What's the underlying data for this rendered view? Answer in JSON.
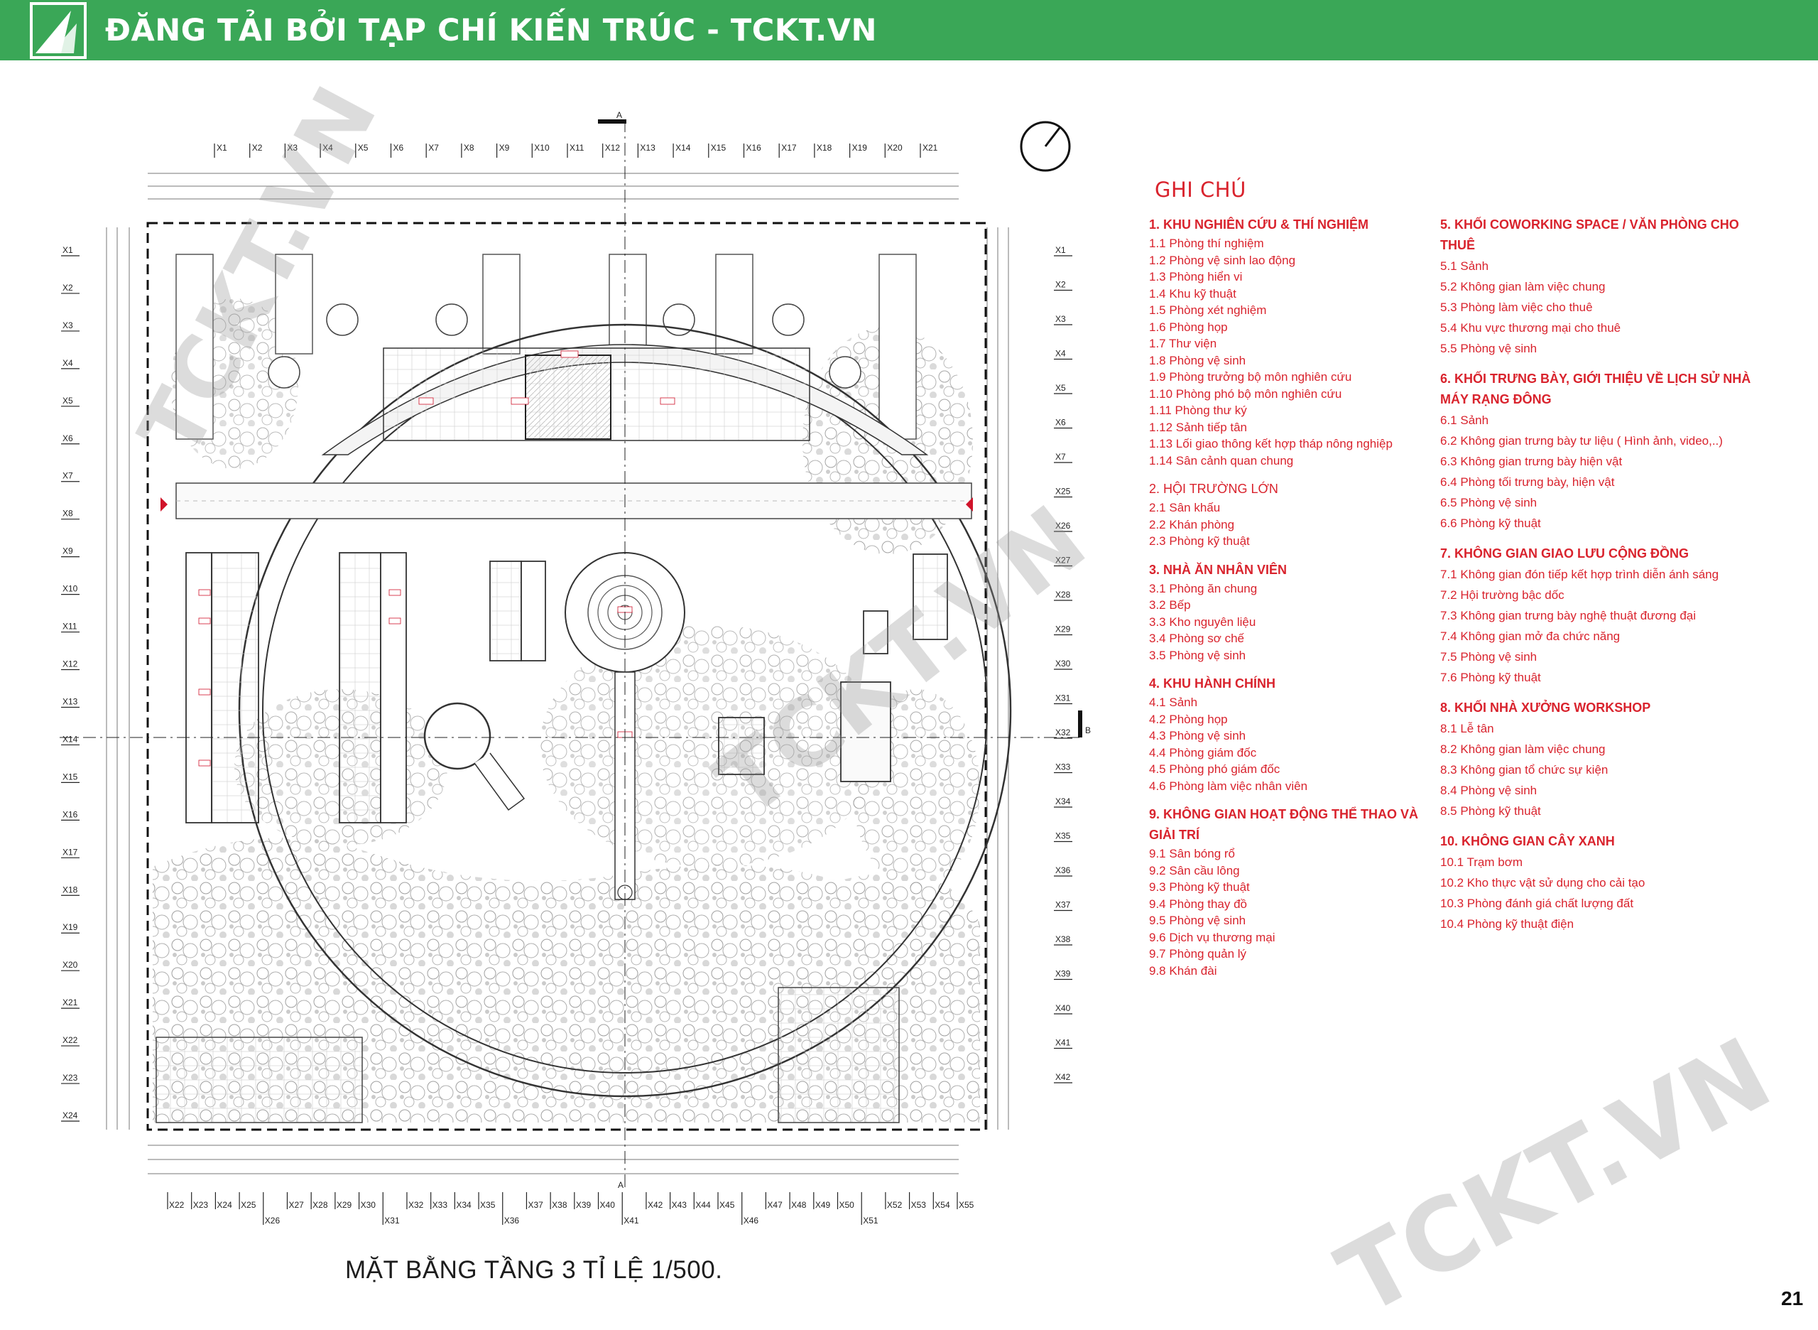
{
  "banner": {
    "title": "ĐĂNG TẢI BỞI TẠP CHÍ KIẾN TRÚC - TCKT.VN",
    "color": "#3aa757"
  },
  "watermark": {
    "text": "TCKT.VN"
  },
  "plan": {
    "section_markers": {
      "a": "A",
      "b": "B"
    },
    "axes_top": [
      "X1",
      "X2",
      "X3",
      "X4",
      "X5",
      "X6",
      "X7",
      "X8",
      "X9",
      "X10",
      "X11",
      "X12",
      "X13",
      "X14",
      "X15",
      "X16",
      "X17",
      "X18",
      "X19",
      "X20",
      "X21"
    ],
    "axes_left": [
      "X1",
      "X2",
      "X3",
      "X4",
      "X5",
      "X6",
      "X7",
      "X8",
      "X9",
      "X10",
      "X11",
      "X12",
      "X13",
      "X14",
      "X15",
      "X16",
      "X17",
      "X18",
      "X19",
      "X20",
      "X21",
      "X22",
      "X23",
      "X24"
    ],
    "axes_right": [
      "X1",
      "X2",
      "X3",
      "X4",
      "X5",
      "X6",
      "X7",
      "X25",
      "X26",
      "X27",
      "X28",
      "X29",
      "X30",
      "X31",
      "X32",
      "X33",
      "X34",
      "X35",
      "X36",
      "X37",
      "X38",
      "X39",
      "X40",
      "X41",
      "X42"
    ],
    "axes_bottom": [
      "X22",
      "X23",
      "X24",
      "X25",
      "X26",
      "X27",
      "X28",
      "X29",
      "X30",
      "X31",
      "X32",
      "X33",
      "X34",
      "X35",
      "X36",
      "X37",
      "X38",
      "X39",
      "X40",
      "X41",
      "X42",
      "X43",
      "X44",
      "X45",
      "X46",
      "X47",
      "X48",
      "X49",
      "X50",
      "X51",
      "X52",
      "X53",
      "X54",
      "X55"
    ]
  },
  "legend": {
    "title": "GHI CHÚ",
    "col1": [
      {
        "heading": "1. KHU NGHIÊN CỨU & THÍ NGHIỆM",
        "bold": true,
        "items": [
          "1.1 Phòng thí nghiệm",
          "1.2 Phòng vệ sinh lao động",
          "1.3 Phòng hiển vi",
          "1.4 Khu kỹ thuật",
          "1.5 Phòng xét nghiệm",
          "1.6 Phòng họp",
          "1.7 Thư viện",
          "1.8 Phòng vệ sinh",
          "1.9 Phòng trưởng bộ môn nghiên cứu",
          "1.10 Phòng phó bộ môn nghiên cứu",
          "1.11 Phòng thư ký",
          "1.12 Sảnh tiếp tân",
          "1.13 Lối giao thông kết hợp tháp nông nghiệp",
          "1.14 Sân cảnh quan chung"
        ]
      },
      {
        "heading": "2. HỘI TRƯỜNG LỚN",
        "bold": false,
        "items": [
          "2.1 Sân khấu",
          "2.2 Khán phòng",
          "2.3 Phòng kỹ thuật"
        ]
      },
      {
        "heading": "3. NHÀ ĂN NHÂN VIÊN",
        "bold": true,
        "items": [
          "3.1 Phòng ăn chung",
          "3.2 Bếp",
          "3.3 Kho nguyên liệu",
          "3.4 Phòng sơ chế",
          "3.5 Phòng vệ sinh"
        ]
      },
      {
        "heading": "4. KHU HÀNH CHÍNH",
        "bold": true,
        "items": [
          "4.1 Sảnh",
          "4.2 Phòng họp",
          "4.3 Phòng vệ sinh",
          "4.4 Phòng giám đốc",
          "4.5 Phòng phó giám đốc",
          "4.6 Phòng làm việc nhân viên"
        ]
      },
      {
        "heading": "9. KHÔNG GIAN HOẠT ĐỘNG THỂ THAO VÀ GIẢI TRÍ",
        "bold": true,
        "items": [
          "9.1 Sân bóng rổ",
          "9.2 Sân cầu lông",
          "9.3 Phòng kỹ thuật",
          "9.4 Phòng thay đồ",
          "9.5 Phòng vệ sinh",
          "9.6 Dịch vụ thương mại",
          "9.7 Phòng quản lý",
          "9.8 Khán đài"
        ]
      }
    ],
    "col2": [
      {
        "heading": "5. KHỐI COWORKING SPACE / VĂN PHÒNG CHO THUÊ",
        "bold": true,
        "items": [
          "5.1 Sảnh",
          "5.2 Không gian làm việc chung",
          "5.3 Phòng làm việc cho thuê",
          "5.4 Khu vực thương mại cho thuê",
          "5.5 Phòng vệ sinh"
        ]
      },
      {
        "heading": "6. KHỐI TRƯNG BÀY, GIỚI THIỆU VỀ LỊCH SỬ NHÀ MÁY RẠNG ĐÔNG",
        "bold": true,
        "items": [
          "6.1 Sảnh",
          "6.2 Không gian trưng bày tư liệu ( Hình ảnh, video,..)",
          "6.3 Không gian trưng bày hiện vật",
          "6.4 Phòng tối trưng bày, hiện vật",
          "6.5 Phòng vệ sinh",
          "6.6 Phòng kỹ thuật"
        ]
      },
      {
        "heading": "7. KHÔNG GIAN GIAO LƯU CỘNG ĐỒNG",
        "bold": true,
        "items": [
          "7.1 Không gian đón tiếp kết hợp trình diễn ánh sáng",
          "7.2 Hội trường bậc dốc",
          "7.3 Không gian trưng bày nghệ thuật đương đại",
          "7.4 Không gian mở đa chức năng",
          "7.5 Phòng vệ sinh",
          "7.6 Phòng kỹ thuật"
        ]
      },
      {
        "heading": "8. KHỐI NHÀ XƯỞNG WORKSHOP",
        "bold": true,
        "items": [
          "8.1 Lễ tân",
          "8.2 Không gian làm việc chung",
          "8.3 Không gian tổ chức sự kiện",
          "8.4 Phòng vệ sinh",
          "8.5 Phòng kỹ thuật"
        ]
      },
      {
        "heading": "10. KHÔNG GIAN CÂY XANH",
        "bold": true,
        "items": [
          "10.1 Trạm bơm",
          "10.2 Kho thực vật sử dụng cho cải tạo",
          "10.3 Phòng đánh giá chất lượng đất",
          "10.4 Phòng kỹ thuật điện"
        ]
      }
    ],
    "color": "#d9232d"
  },
  "caption": "MẶT BẰNG TẦNG 3 TỈ LỆ 1/500.",
  "page_number": "21"
}
